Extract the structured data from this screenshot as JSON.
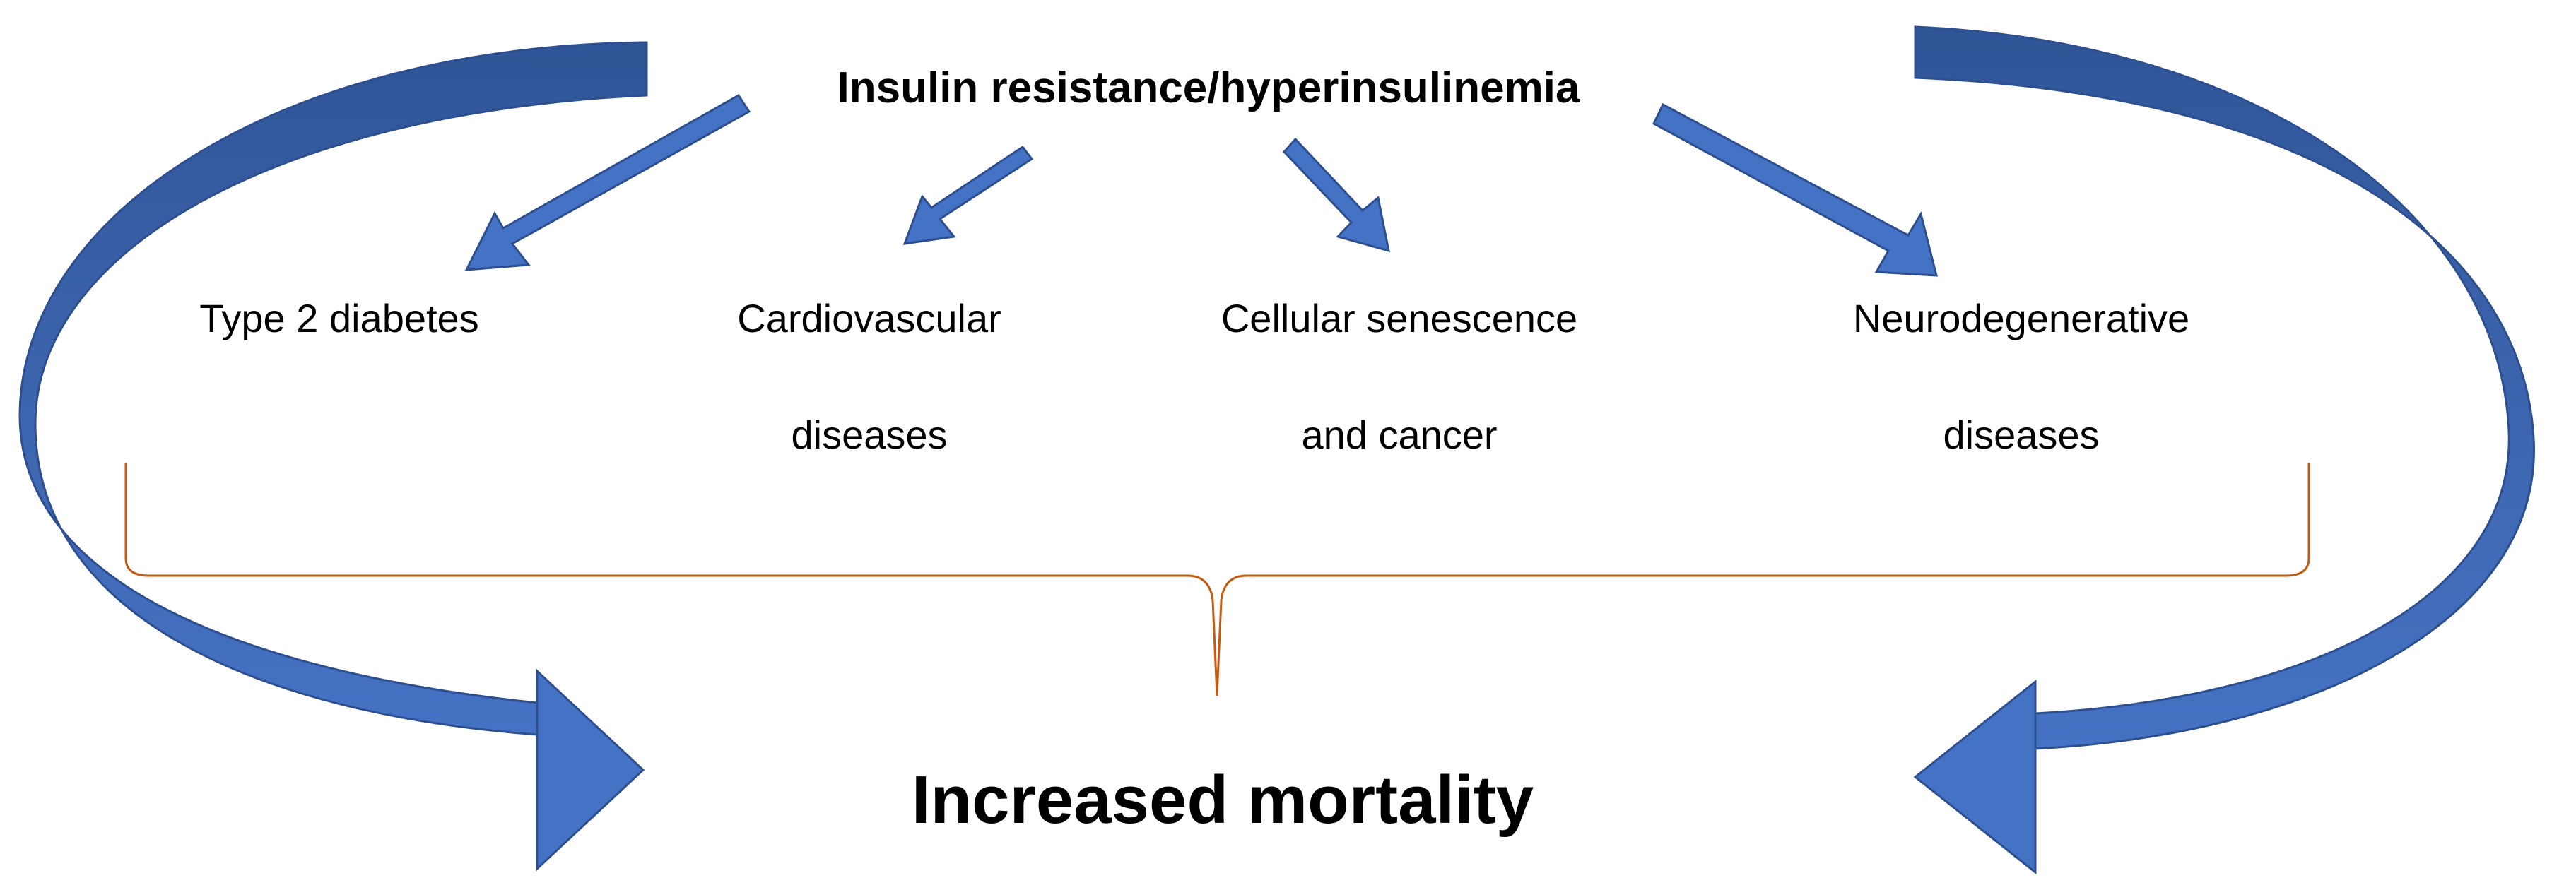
{
  "diagram": {
    "source": "Insulin resistance/hyperinsulinemia",
    "outcomes": [
      {
        "line1": "Type 2 diabetes",
        "line2": ""
      },
      {
        "line1": "Cardiovascular",
        "line2": "diseases"
      },
      {
        "line1": "Cellular senescence",
        "line2": "and cancer"
      },
      {
        "line1": "Neurodegenerative",
        "line2": "diseases"
      }
    ],
    "result": "Increased mortality"
  },
  "colors": {
    "arrow_fill": "#4472C4",
    "arrow_dark": "#2F5597",
    "arrow_stroke": "#2E4F8F",
    "brace": "#C55A11",
    "text": "#000000",
    "background": "#FFFFFF"
  }
}
